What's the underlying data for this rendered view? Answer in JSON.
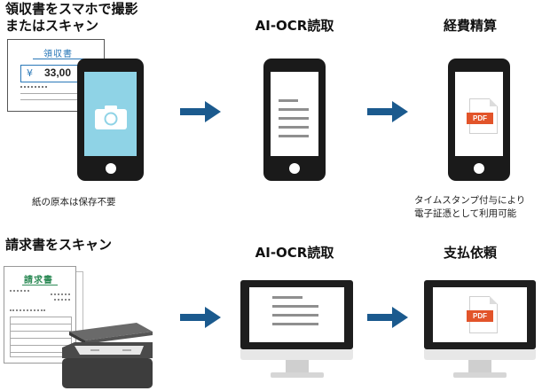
{
  "row1": {
    "step1_title": "領収書をスマホで撮影\nまたはスキャン",
    "receipt_header": "領収書",
    "receipt_yen": "¥",
    "receipt_amount": "33,00",
    "step1_note": "紙の原本は保存不要",
    "step2_title": "AI-OCR読取",
    "step3_title": "経費精算",
    "step3_pdf": "PDF",
    "step3_note": "タイムスタンプ付与により\n電子証憑として利用可能"
  },
  "row2": {
    "step1_title": "請求書をスキャン",
    "invoice_header": "請求書",
    "step2_title": "AI-OCR読取",
    "step3_title": "支払依頼",
    "step3_pdf": "PDF"
  },
  "colors": {
    "arrow": "#1b5a8e",
    "camera_screen": "#8fd3e6",
    "receipt_border": "#2a78b8",
    "invoice_green": "#2e8b57",
    "pdf_red": "#e2542a",
    "device_dark": "#1a1a1a"
  },
  "icons": [
    "camera-icon",
    "pdf-icon",
    "scanner-icon",
    "arrow-right-icon"
  ]
}
